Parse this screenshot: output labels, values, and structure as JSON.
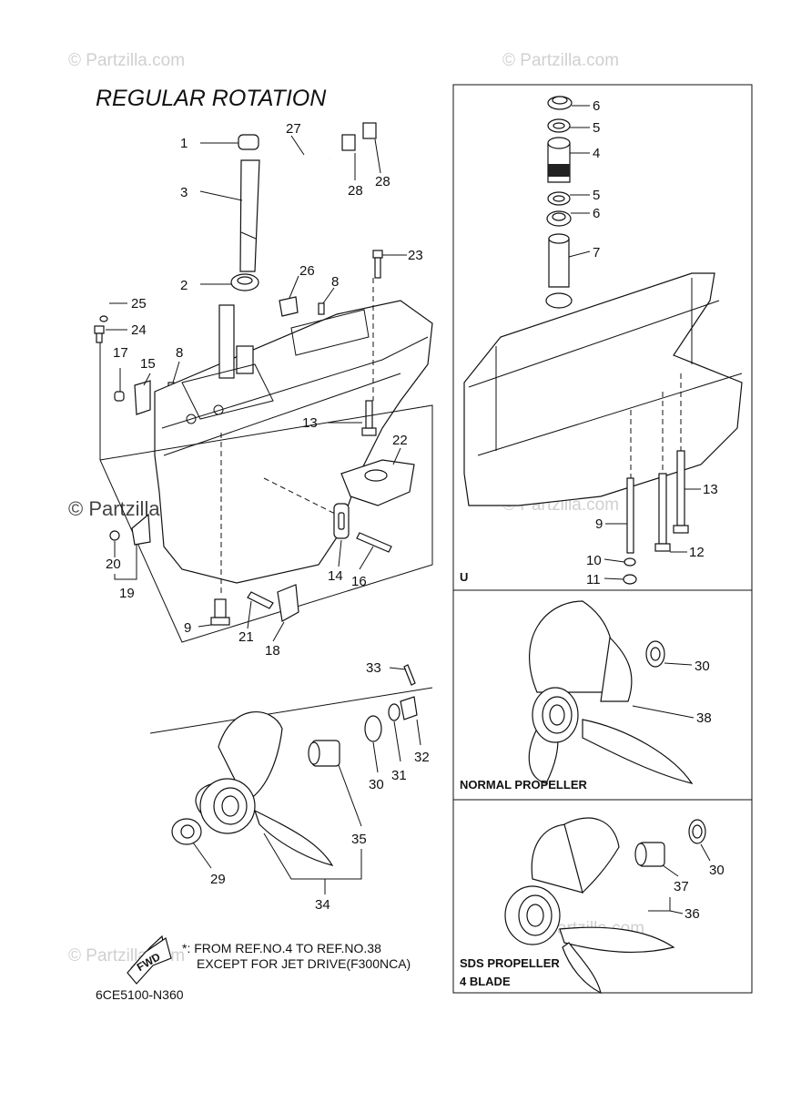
{
  "title": "REGULAR ROTATION",
  "watermarks": [
    "© Partzilla.com",
    "© Partzilla.com",
    "© Partzilla.com",
    "© Partzilla.com",
    "© Partzilla.com",
    "© Partzilla.com",
    "© Partzilla.com"
  ],
  "watermark_main": "© Partzilla.com",
  "callouts": {
    "c1": "1",
    "c2": "2",
    "c3": "3",
    "c8a": "8",
    "c8b": "8",
    "c9": "9",
    "c13": "13",
    "c14": "14",
    "c15": "15",
    "c16": "16",
    "c17": "17",
    "c18": "18",
    "c19": "19",
    "c20": "20",
    "c21": "21",
    "c22": "22",
    "c23": "23",
    "c24": "24",
    "c25": "25",
    "c26": "26",
    "c27": "27",
    "c28a": "28",
    "c28b": "28",
    "c29": "29",
    "c30": "30",
    "c31": "31",
    "c32": "32",
    "c33": "33",
    "c34": "34",
    "c35": "35"
  },
  "box_u": {
    "label": "U",
    "callouts": {
      "c6a": "6",
      "c5a": "5",
      "c4": "4",
      "c5b": "5",
      "c6b": "6",
      "c7": "7",
      "c13": "13",
      "c9": "9",
      "c12": "12",
      "c10": "10",
      "c11": "11"
    }
  },
  "box_normal": {
    "label": "NORMAL PROPELLER",
    "callouts": {
      "c30": "30",
      "c38": "38"
    }
  },
  "box_sds": {
    "label_line1": "SDS PROPELLER",
    "label_line2": "4 BLADE",
    "callouts": {
      "c30": "30",
      "c37": "37",
      "c36": "36"
    }
  },
  "fwd_label": "FWD",
  "note_line1": "*: FROM REF.NO.4 TO REF.NO.38",
  "note_line2": "EXCEPT FOR JET DRIVE(F300NCA)",
  "diagram_code": "6CE5100-N360"
}
